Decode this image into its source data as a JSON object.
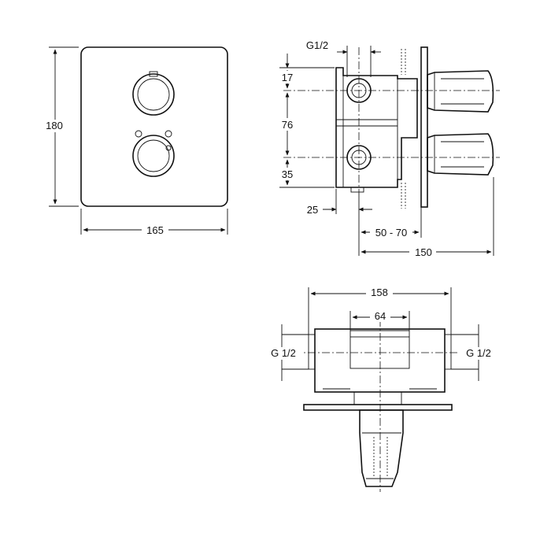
{
  "front_view": {
    "width_label": "165",
    "height_label": "180"
  },
  "side_view": {
    "inlet_label": "G1/2",
    "dim_top": "17",
    "dim_mid": "76",
    "dim_bottom": "35",
    "dim_depth": "25",
    "dim_range": "50 - 70",
    "dim_total": "150"
  },
  "top_view": {
    "dim_width": "158",
    "dim_spacing": "64",
    "inlet_left": "G 1/2",
    "inlet_right": "G 1/2"
  }
}
